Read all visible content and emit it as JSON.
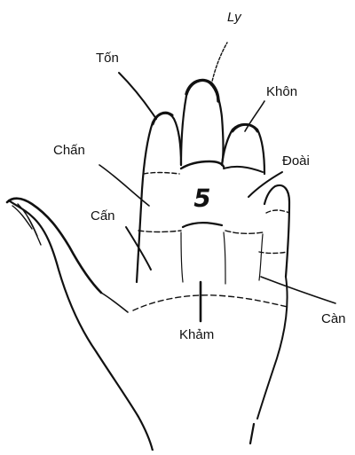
{
  "labels": {
    "ly": "Ly",
    "ton": "Tốn",
    "khon": "Khôn",
    "chan": "Chấn",
    "doai": "Đoài",
    "can_left": "Cấn",
    "can_right": "Càn",
    "kham": "Khảm"
  },
  "center_number": "5",
  "colors": {
    "ink": "#111111",
    "background": "#ffffff"
  }
}
